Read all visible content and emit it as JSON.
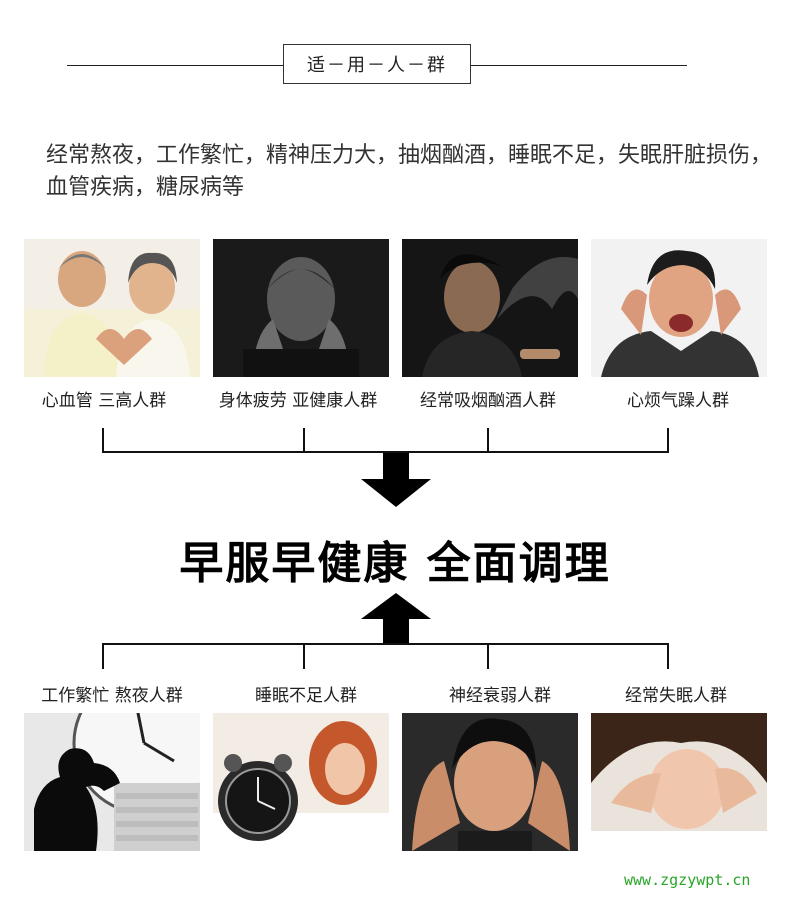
{
  "header": {
    "title": "适－用－人－群"
  },
  "intro": {
    "text": "经常熬夜，工作繁忙，精神压力大，抽烟酗酒，睡眠不足，失眠肝脏损伤，血管疾病，糖尿病等"
  },
  "top_groups": [
    {
      "label": "心血管 三高人群",
      "icon": "elderly-couple-heart-photo"
    },
    {
      "label": "身体疲劳 亚健康人群",
      "icon": "tired-man-photo"
    },
    {
      "label": "经常吸烟酗酒人群",
      "icon": "smoking-man-photo"
    },
    {
      "label": "心烦气躁人群",
      "icon": "irritated-man-photo"
    }
  ],
  "slogan": "早服早健康 全面调理",
  "bottom_groups": [
    {
      "label": "工作繁忙 熬夜人群",
      "icon": "clock-silhouette-photo"
    },
    {
      "label": "睡眠不足人群",
      "icon": "alarm-clock-woman-photo"
    },
    {
      "label": "神经衰弱人群",
      "icon": "headache-man-photo"
    },
    {
      "label": "经常失眠人群",
      "icon": "insomnia-woman-photo"
    }
  ],
  "watermark": "www.zgzywpt.cn"
}
